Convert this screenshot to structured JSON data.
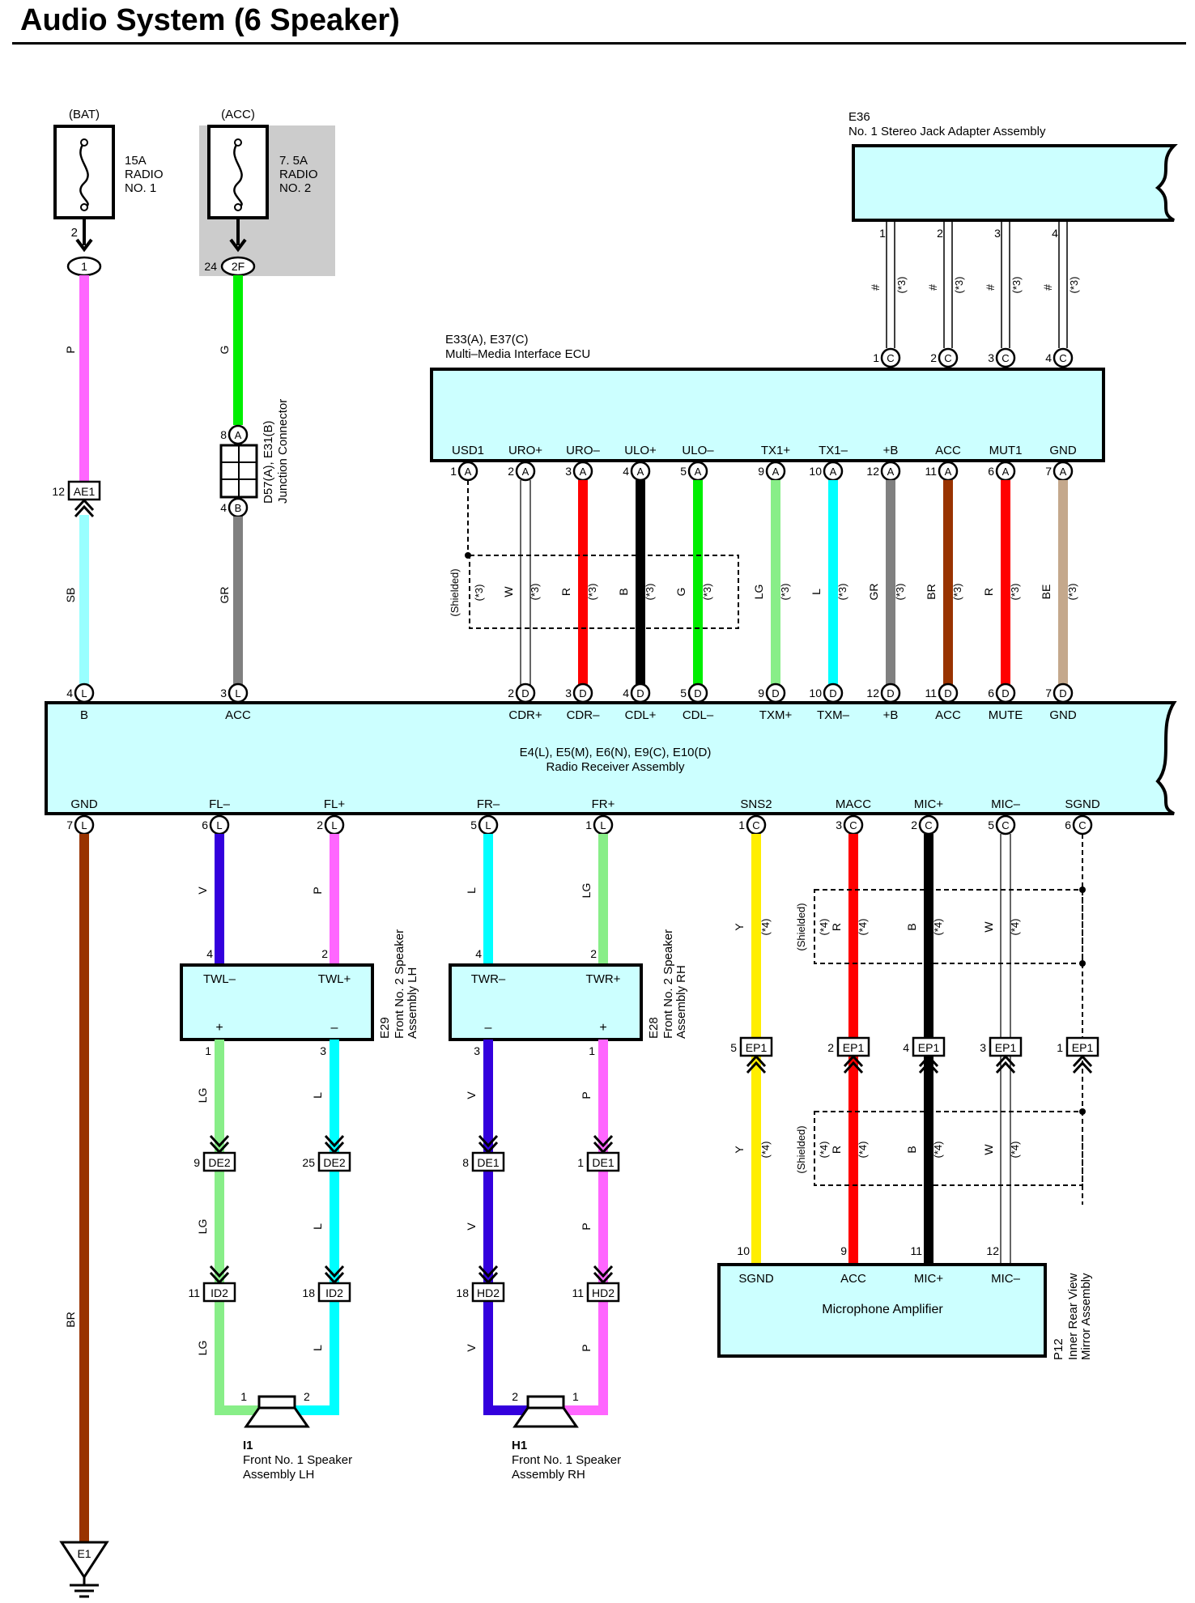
{
  "title": "Audio System (6 Speaker)",
  "colors": {
    "box_fill": "#ccffff",
    "shade": "#cccccc",
    "P": "#ff66ff",
    "SB": "#99ffff",
    "G": "#00ee00",
    "GR": "#808080",
    "W": "#ffffff",
    "R": "#ff0000",
    "B": "#000000",
    "LG": "#88ee88",
    "L": "#00ffff",
    "BR": "#993300",
    "BE": "#c4a88c",
    "V": "#3300dd",
    "Y": "#ffee00"
  },
  "fuses": [
    {
      "source": "(BAT)",
      "rating": "15A",
      "line2": "RADIO",
      "line3": "NO. 1",
      "pin": "2",
      "conn": "1",
      "conn_pin": ""
    },
    {
      "source": "(ACC)",
      "rating": "7. 5A",
      "line2": "RADIO",
      "line3": "NO. 2",
      "pin": "",
      "conn": "2F",
      "conn_pin": "24"
    }
  ],
  "jack": {
    "code": "E36",
    "name": "No. 1 Stereo Jack Adapter Assembly",
    "pins": [
      "1",
      "2",
      "3",
      "4"
    ]
  },
  "ecu": {
    "code": "E33(A), E37(C)",
    "name": "Multi–Media Interface ECU",
    "top_pins": [
      {
        "n": "1",
        "c": "C"
      },
      {
        "n": "2",
        "c": "C"
      },
      {
        "n": "3",
        "c": "C"
      },
      {
        "n": "4",
        "c": "C"
      }
    ],
    "terminals": [
      {
        "label": "USD1",
        "n": "1",
        "c": "A"
      },
      {
        "label": "URO+",
        "n": "2",
        "c": "A"
      },
      {
        "label": "URO–",
        "n": "3",
        "c": "A"
      },
      {
        "label": "ULO+",
        "n": "4",
        "c": "A"
      },
      {
        "label": "ULO–",
        "n": "5",
        "c": "A"
      },
      {
        "label": "TX1+",
        "n": "9",
        "c": "A"
      },
      {
        "label": "TX1–",
        "n": "10",
        "c": "A"
      },
      {
        "label": "+B",
        "n": "12",
        "c": "A"
      },
      {
        "label": "ACC",
        "n": "11",
        "c": "A"
      },
      {
        "label": "MUT1",
        "n": "6",
        "c": "A"
      },
      {
        "label": "GND",
        "n": "7",
        "c": "A"
      }
    ]
  },
  "junction": {
    "code": "D57(A), E31(B)",
    "name": "Junction Connector",
    "pin_top": "8",
    "conn_top": "A",
    "pin_bottom": "4",
    "conn_bottom": "B"
  },
  "ae1": {
    "pin": "12",
    "label": "AE1"
  },
  "wire_labels": {
    "bat": "P",
    "acc": "G",
    "bat_lower": "SB",
    "acc_lower": "GR",
    "shielded": "(Shielded)",
    "star3": "(*3)",
    "star4": "(*4)",
    "hash": "#",
    "ecu_wires": [
      "W",
      "R",
      "B",
      "G",
      "LG",
      "L",
      "GR",
      "BR",
      "R",
      "BE"
    ]
  },
  "radio": {
    "codes": "E4(L), E5(M), E6(N), E9(C), E10(D)",
    "name": "Radio Receiver Assembly",
    "top": [
      {
        "label": "B",
        "n": "4",
        "c": "L"
      },
      {
        "label": "ACC",
        "n": "3",
        "c": "L"
      },
      {
        "label": "CDR+",
        "n": "2",
        "c": "D"
      },
      {
        "label": "CDR–",
        "n": "3",
        "c": "D"
      },
      {
        "label": "CDL+",
        "n": "4",
        "c": "D"
      },
      {
        "label": "CDL–",
        "n": "5",
        "c": "D"
      },
      {
        "label": "TXM+",
        "n": "9",
        "c": "D"
      },
      {
        "label": "TXM–",
        "n": "10",
        "c": "D"
      },
      {
        "label": "+B",
        "n": "12",
        "c": "D"
      },
      {
        "label": "ACC",
        "n": "11",
        "c": "D"
      },
      {
        "label": "MUTE",
        "n": "6",
        "c": "D"
      },
      {
        "label": "GND",
        "n": "7",
        "c": "D"
      }
    ],
    "bottom": [
      {
        "label": "GND",
        "n": "7",
        "c": "L"
      },
      {
        "label": "FL–",
        "n": "6",
        "c": "L"
      },
      {
        "label": "FL+",
        "n": "2",
        "c": "L"
      },
      {
        "label": "FR–",
        "n": "5",
        "c": "L"
      },
      {
        "label": "FR+",
        "n": "1",
        "c": "L"
      },
      {
        "label": "SNS2",
        "n": "1",
        "c": "C"
      },
      {
        "label": "MACC",
        "n": "3",
        "c": "C"
      },
      {
        "label": "MIC+",
        "n": "2",
        "c": "C"
      },
      {
        "label": "MIC–",
        "n": "5",
        "c": "C"
      },
      {
        "label": "SGND",
        "n": "6",
        "c": "C"
      }
    ]
  },
  "tweeter_lh": {
    "code": "E29",
    "name1": "Front No. 2 Speaker",
    "name2": "Assembly LH",
    "t1": "TWL–",
    "t2": "TWL+",
    "s1": "+",
    "s2": "–",
    "p_in1": "4",
    "p_in2": "2",
    "p_out1": "1",
    "p_out2": "3"
  },
  "tweeter_rh": {
    "code": "E28",
    "name1": "Front No. 2 Speaker",
    "name2": "Assembly RH",
    "t1": "TWR–",
    "t2": "TWR+",
    "s1": "–",
    "s2": "+",
    "p_in1": "4",
    "p_in2": "2",
    "p_out1": "3",
    "p_out2": "1"
  },
  "connectors": {
    "de2a": {
      "pin": "9",
      "label": "DE2"
    },
    "de2b": {
      "pin": "25",
      "label": "DE2"
    },
    "de1a": {
      "pin": "8",
      "label": "DE1"
    },
    "de1b": {
      "pin": "1",
      "label": "DE1"
    },
    "id2a": {
      "pin": "11",
      "label": "ID2"
    },
    "id2b": {
      "pin": "18",
      "label": "ID2"
    },
    "hd2a": {
      "pin": "18",
      "label": "HD2"
    },
    "hd2b": {
      "pin": "11",
      "label": "HD2"
    },
    "ep1": [
      {
        "pin": "5",
        "label": "EP1"
      },
      {
        "pin": "2",
        "label": "EP1"
      },
      {
        "pin": "4",
        "label": "EP1"
      },
      {
        "pin": "3",
        "label": "EP1"
      },
      {
        "pin": "1",
        "label": "EP1"
      }
    ]
  },
  "speaker_wires": {
    "fl_minus": "V",
    "fl_plus": "P",
    "fr_minus": "L",
    "fr_plus": "LG",
    "lh_a": "LG",
    "lh_b": "L",
    "rh_a": "V",
    "rh_b": "P",
    "gnd": "BR"
  },
  "mic_wires": [
    "Y",
    "R",
    "B",
    "W"
  ],
  "spk_lh": {
    "code": "I1",
    "name1": "Front No.  1 Speaker",
    "name2": "Assembly LH",
    "p1": "1",
    "p2": "2"
  },
  "spk_rh": {
    "code": "H1",
    "name1": "Front No.  1 Speaker",
    "name2": "Assembly RH",
    "p1": "2",
    "p2": "1"
  },
  "mic_amp": {
    "code": "P12",
    "name1": "Inner Rear View",
    "name2": "Mirror Assembly",
    "center": "Microphone Amplifier",
    "terms": [
      {
        "label": "SGND",
        "n": "10"
      },
      {
        "label": "ACC",
        "n": "9"
      },
      {
        "label": "MIC+",
        "n": "11"
      },
      {
        "label": "MIC–",
        "n": "12"
      }
    ]
  },
  "ground": {
    "label": "E1"
  }
}
